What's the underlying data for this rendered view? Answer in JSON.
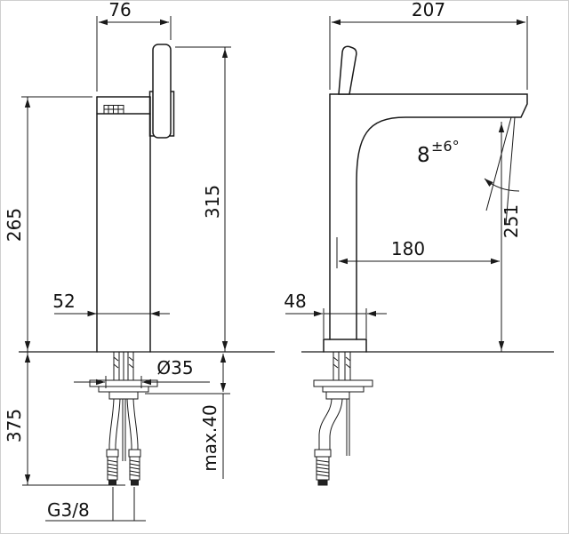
{
  "colors": {
    "line": "#1a1a1a",
    "background": "#ffffff"
  },
  "front_view": {
    "dim_spout_width": "76",
    "dim_total_height": "315",
    "dim_body_height": "265",
    "dim_body_width": "52",
    "dim_hole_diameter": "Ø35",
    "dim_hose_length": "375",
    "dim_max_mounting": "max.40",
    "dim_thread": "G3/8"
  },
  "side_view": {
    "dim_total_depth": "207",
    "dim_spout_reach": "180",
    "dim_outlet_height": "251",
    "dim_base_depth": "48",
    "angle_value": "8",
    "angle_tolerance": "±6°"
  }
}
